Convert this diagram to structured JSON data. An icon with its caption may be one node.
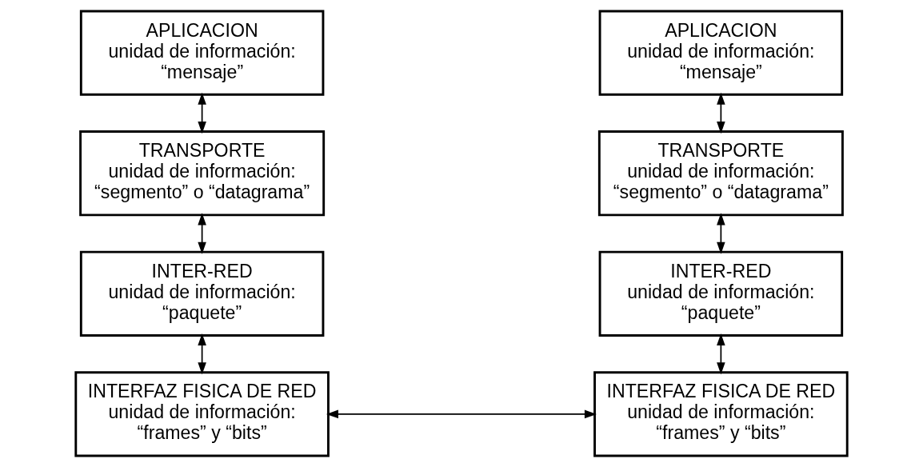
{
  "diagram": {
    "nodes": [
      {
        "text": [
          "APLICACION",
          "unidad de información: “mensaje”"
        ]
      },
      {
        "text": [
          "TRANSPORTE",
          "unidad de información: “segmento” o “datagrama”"
        ]
      },
      {
        "text": [
          "INTER-RED",
          "unidad de información: “paquete”"
        ]
      },
      {
        "text": [
          "INTERFAZ FISICA DE RED",
          "unidad de información: “frames” y “bits”"
        ]
      },
      {
        "text": [
          "APLICACION",
          "unidad de información: “mensaje”"
        ]
      },
      {
        "text": [
          "TRANSPORTE",
          "unidad de información: “segmento” o “datagrama”"
        ]
      },
      {
        "text": [
          "INTER-RED",
          "unidad de información: “paquete”"
        ]
      },
      {
        "text": [
          "INTERFAZ FISICA DE RED",
          "unidad de información: “frames” y “bits”"
        ]
      }
    ],
    "edges": [
      {
        "from": 0,
        "to": 1,
        "arrow": "both"
      },
      {
        "from": 1,
        "to": 2,
        "arrow": "both"
      },
      {
        "from": 2,
        "to": 3,
        "arrow": "both"
      },
      {
        "from": 4,
        "to": 5,
        "arrow": "both"
      },
      {
        "from": 5,
        "to": 6,
        "arrow": "both"
      },
      {
        "from": 6,
        "to": 7,
        "arrow": "both"
      },
      {
        "from": 3,
        "to": 7,
        "arrow": "both"
      }
    ]
  }
}
